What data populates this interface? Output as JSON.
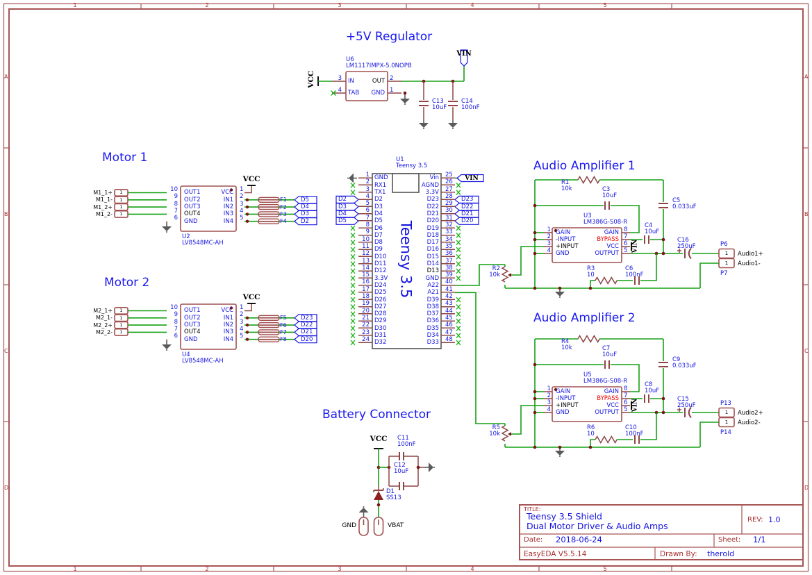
{
  "frame": {
    "cols": [
      "1",
      "2",
      "3",
      "4",
      "5"
    ],
    "rows": [
      "A",
      "B",
      "C",
      "D"
    ]
  },
  "headings": {
    "regulator": "+5V Regulator",
    "motor1": "Motor 1",
    "motor2": "Motor 2",
    "battery": "Battery Connector",
    "audio1": "Audio Amplifier 1",
    "audio2": "Audio Amplifier 2"
  },
  "regulator": {
    "vcc": "VCC",
    "vin": "VIN",
    "u6": {
      "ref": "U6",
      "part": "LM1117IMPX-5.0NOPB",
      "left_pins": [
        {
          "num": "3",
          "name": "IN"
        },
        {
          "num": "4",
          "name": "TAB"
        }
      ],
      "right_pins": [
        {
          "num": "2",
          "name": "OUT"
        },
        {
          "num": "1",
          "name": "GND"
        }
      ]
    },
    "c13": {
      "ref": "C13",
      "val": "10uF"
    },
    "c14": {
      "ref": "C14",
      "val": "100nF"
    }
  },
  "motor1": {
    "conn_labels": [
      "M1_1+",
      "M1_1-",
      "M1_2+",
      "M1_2-"
    ],
    "conn_pins": [
      "1",
      "1",
      "1",
      "1"
    ],
    "u": {
      "ref": "U2",
      "part": "LV8548MC-AH"
    },
    "left_pins": [
      {
        "num": "10",
        "name": "OUT1"
      },
      {
        "num": "9",
        "name": "OUT2"
      },
      {
        "num": "8",
        "name": "OUT3"
      },
      {
        "num": "7",
        "name": "OUT4"
      },
      {
        "num": "6",
        "name": "GND"
      }
    ],
    "right_pins": [
      {
        "num": "1",
        "name": "VCC"
      },
      {
        "num": "2",
        "name": "IN1"
      },
      {
        "num": "3",
        "name": "IN2"
      },
      {
        "num": "4",
        "name": "IN3"
      },
      {
        "num": "5",
        "name": "IN4"
      }
    ],
    "vcc": "VCC",
    "fuses": [
      {
        "ref": "F1",
        "net": "D5"
      },
      {
        "ref": "F2",
        "net": "D4"
      },
      {
        "ref": "F3",
        "net": "D3"
      },
      {
        "ref": "F4",
        "net": "D2"
      }
    ]
  },
  "motor2": {
    "conn_labels": [
      "M2_1+",
      "M2_1-",
      "M2_2+",
      "M2_2-"
    ],
    "conn_pins": [
      "1",
      "1",
      "1",
      "1"
    ],
    "u": {
      "ref": "U4",
      "part": "LV8548MC-AH"
    },
    "left_pins": [
      {
        "num": "10",
        "name": "OUT1"
      },
      {
        "num": "9",
        "name": "OUT2"
      },
      {
        "num": "8",
        "name": "OUT3"
      },
      {
        "num": "7",
        "name": "OUT4"
      },
      {
        "num": "6",
        "name": "GND"
      }
    ],
    "right_pins": [
      {
        "num": "1",
        "name": "VCC"
      },
      {
        "num": "2",
        "name": "IN1"
      },
      {
        "num": "3",
        "name": "IN2"
      },
      {
        "num": "4",
        "name": "IN3"
      },
      {
        "num": "5",
        "name": "IN4"
      }
    ],
    "vcc": "VCC",
    "fuses": [
      {
        "ref": "F5",
        "net": "D23"
      },
      {
        "ref": "F6",
        "net": "D22"
      },
      {
        "ref": "F7",
        "net": "D21"
      },
      {
        "ref": "F8",
        "net": "D20"
      }
    ]
  },
  "teensy": {
    "ref": "U1",
    "part": "Teensy 3.5",
    "body": "Teensy 3.5",
    "vin": "VIN",
    "left_pins": [
      {
        "num": "1",
        "name": "GND"
      },
      {
        "num": "2",
        "name": "RX1"
      },
      {
        "num": "3",
        "name": "TX1"
      },
      {
        "num": "4",
        "name": "D2"
      },
      {
        "num": "5",
        "name": "D3"
      },
      {
        "num": "6",
        "name": "D4"
      },
      {
        "num": "7",
        "name": "D5"
      },
      {
        "num": "8",
        "name": "D6"
      },
      {
        "num": "9",
        "name": "D7"
      },
      {
        "num": "10",
        "name": "D8"
      },
      {
        "num": "11",
        "name": "D9"
      },
      {
        "num": "12",
        "name": "D10"
      },
      {
        "num": "13",
        "name": "D11"
      },
      {
        "num": "14",
        "name": "D12"
      },
      {
        "num": "15",
        "name": "3.3V"
      },
      {
        "num": "16",
        "name": "D24"
      },
      {
        "num": "17",
        "name": "D25"
      },
      {
        "num": "18",
        "name": "D26"
      },
      {
        "num": "19",
        "name": "D27"
      },
      {
        "num": "20",
        "name": "D28"
      },
      {
        "num": "21",
        "name": "D29"
      },
      {
        "num": "22",
        "name": "D30"
      },
      {
        "num": "23",
        "name": "D31"
      },
      {
        "num": "24",
        "name": "D32"
      }
    ],
    "right_pins": [
      {
        "num": "25",
        "name": "Vin"
      },
      {
        "num": "26",
        "name": "AGND"
      },
      {
        "num": "27",
        "name": "3.3V"
      },
      {
        "num": "28",
        "name": "D23"
      },
      {
        "num": "29",
        "name": "D22"
      },
      {
        "num": "30",
        "name": "D21"
      },
      {
        "num": "31",
        "name": "D20"
      },
      {
        "num": "32",
        "name": "D19"
      },
      {
        "num": "33",
        "name": "D18"
      },
      {
        "num": "34",
        "name": "D17"
      },
      {
        "num": "35",
        "name": "D16"
      },
      {
        "num": "36",
        "name": "D15"
      },
      {
        "num": "37",
        "name": "D14"
      },
      {
        "num": "38",
        "name": "D13"
      },
      {
        "num": "39",
        "name": "GND"
      },
      {
        "num": "40",
        "name": "A22"
      },
      {
        "num": "41",
        "name": "A21"
      },
      {
        "num": "42",
        "name": "D39"
      },
      {
        "num": "43",
        "name": "D38"
      },
      {
        "num": "44",
        "name": "D37"
      },
      {
        "num": "45",
        "name": "D36"
      },
      {
        "num": "46",
        "name": "D35"
      },
      {
        "num": "47",
        "name": "D34"
      },
      {
        "num": "48",
        "name": "D33"
      }
    ],
    "left_nets": [
      "D2",
      "D3",
      "D4",
      "D5"
    ],
    "right_nets": [
      "D23",
      "D22",
      "D21",
      "D20"
    ]
  },
  "audio1": {
    "r1": {
      "ref": "R1",
      "val": "10k"
    },
    "c3": {
      "ref": "C3",
      "val": "10uF"
    },
    "c5": {
      "ref": "C5",
      "val": "0.033uF"
    },
    "u": {
      "ref": "U3",
      "part": "LM386G-S08-R"
    },
    "left_pins": [
      {
        "num": "1",
        "name": "GAIN"
      },
      {
        "num": "2",
        "name": "-INPUT"
      },
      {
        "num": "3",
        "name": "+INPUT"
      },
      {
        "num": "4",
        "name": "GND"
      }
    ],
    "right_pins": [
      {
        "num": "8",
        "name": "GAIN"
      },
      {
        "num": "7",
        "name": "BYPASS"
      },
      {
        "num": "6",
        "name": "VCC"
      },
      {
        "num": "5",
        "name": "OUTPUT"
      }
    ],
    "r2": {
      "ref": "R2",
      "val": "10k"
    },
    "c4": {
      "ref": "C4",
      "val": "10uF"
    },
    "c16": {
      "ref": "C16",
      "val": "250uF"
    },
    "r3": {
      "ref": "R3",
      "val": "10"
    },
    "c6": {
      "ref": "C6",
      "val": "100nF"
    },
    "vin": "VIN",
    "p_top": {
      "ref": "P6",
      "pin": "1",
      "net": "Audio1+"
    },
    "p_bot": {
      "ref": "P7",
      "pin": "1",
      "net": "Audio1-"
    }
  },
  "audio2": {
    "r4": {
      "ref": "R4",
      "val": "10k"
    },
    "c7": {
      "ref": "C7",
      "val": "10uF"
    },
    "c9": {
      "ref": "C9",
      "val": "0.033uF"
    },
    "u": {
      "ref": "U5",
      "part": "LM386G-S08-R"
    },
    "left_pins": [
      {
        "num": "1",
        "name": "GAIN"
      },
      {
        "num": "2",
        "name": "-INPUT"
      },
      {
        "num": "3",
        "name": "+INPUT"
      },
      {
        "num": "4",
        "name": "GND"
      }
    ],
    "right_pins": [
      {
        "num": "8",
        "name": "GAIN"
      },
      {
        "num": "7",
        "name": "BYPASS"
      },
      {
        "num": "6",
        "name": "VCC"
      },
      {
        "num": "5",
        "name": "OUTPUT"
      }
    ],
    "r5": {
      "ref": "R5",
      "val": "10k"
    },
    "c8": {
      "ref": "C8",
      "val": "10uF"
    },
    "c15": {
      "ref": "C15",
      "val": "250uF"
    },
    "r6": {
      "ref": "R6",
      "val": "10"
    },
    "c10": {
      "ref": "C10",
      "val": "100nF"
    },
    "vin": "VIN",
    "p_top": {
      "ref": "P13",
      "pin": "1",
      "net": "Audio2+"
    },
    "p_bot": {
      "ref": "P14",
      "pin": "1",
      "net": "Audio2-"
    }
  },
  "battery": {
    "vcc": "VCC",
    "c11": {
      "ref": "C11",
      "val": "100nF"
    },
    "c12": {
      "ref": "C12",
      "val": "10uF"
    },
    "d1": {
      "ref": "D1",
      "part": "SS13"
    },
    "pad_left": "GND",
    "pad_right": "VBAT"
  },
  "title_block": {
    "title_label": "TITLE:",
    "title_line1": "Teensy 3.5 Shield",
    "title_line2": "Dual Motor Driver & Audio Amps",
    "rev_label": "REV:",
    "rev": "1.0",
    "date_label": "Date:",
    "date": "2018-06-24",
    "sheet_label": "Sheet:",
    "sheet": "1/1",
    "tool": "EasyEDA V5.5.14",
    "drawn_by_label": "Drawn By:",
    "drawn_by": "therold"
  }
}
